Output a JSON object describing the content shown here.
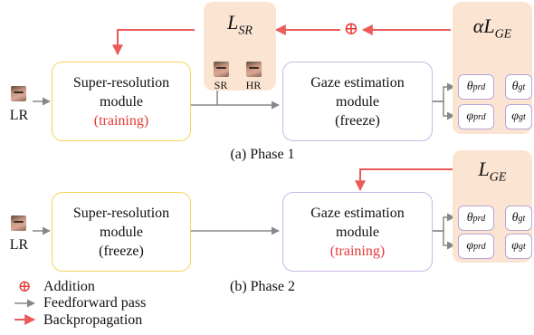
{
  "phase1": {
    "caption": "(a) Phase 1",
    "lr_label": "LR",
    "sr_module": {
      "line1": "Super-resolution",
      "line2": "module",
      "status": "(training)"
    },
    "gaze_module": {
      "line1": "Gaze estimation",
      "line2": "module",
      "status": "(freeze)"
    },
    "loss_sr": {
      "symbol": "L",
      "sub": "SR"
    },
    "sr_label": "SR",
    "hr_label": "HR",
    "plus": "⊕",
    "loss_ge": {
      "coef": "α",
      "symbol": "L",
      "sub": "GE"
    },
    "theta_prd": {
      "sym": "θ",
      "sub": "prd"
    },
    "theta_gt": {
      "sym": "θ",
      "sub": "gt"
    },
    "phi_prd": {
      "sym": "φ",
      "sub": "prd"
    },
    "phi_gt": {
      "sym": "φ",
      "sub": "gt"
    }
  },
  "phase2": {
    "caption": "(b) Phase 2",
    "lr_label": "LR",
    "sr_module": {
      "line1": "Super-resolution",
      "line2": "module",
      "status": "(freeze)"
    },
    "gaze_module": {
      "line1": "Gaze estimation",
      "line2": "module",
      "status": "(training)"
    },
    "loss_ge": {
      "symbol": "L",
      "sub": "GE"
    },
    "theta_prd": {
      "sym": "θ",
      "sub": "prd"
    },
    "theta_gt": {
      "sym": "θ",
      "sub": "gt"
    },
    "phi_prd": {
      "sym": "φ",
      "sub": "prd"
    },
    "phi_gt": {
      "sym": "φ",
      "sub": "gt"
    }
  },
  "legend": {
    "addition": "Addition",
    "feedforward": "Feedforward pass",
    "backprop": "Backpropagation"
  },
  "colors": {
    "red": "#ec5a5a",
    "gray": "#888888",
    "panel": "#fbe4d2",
    "sr_border": "#f5d35c",
    "gaze_border": "#c9b6e4"
  }
}
